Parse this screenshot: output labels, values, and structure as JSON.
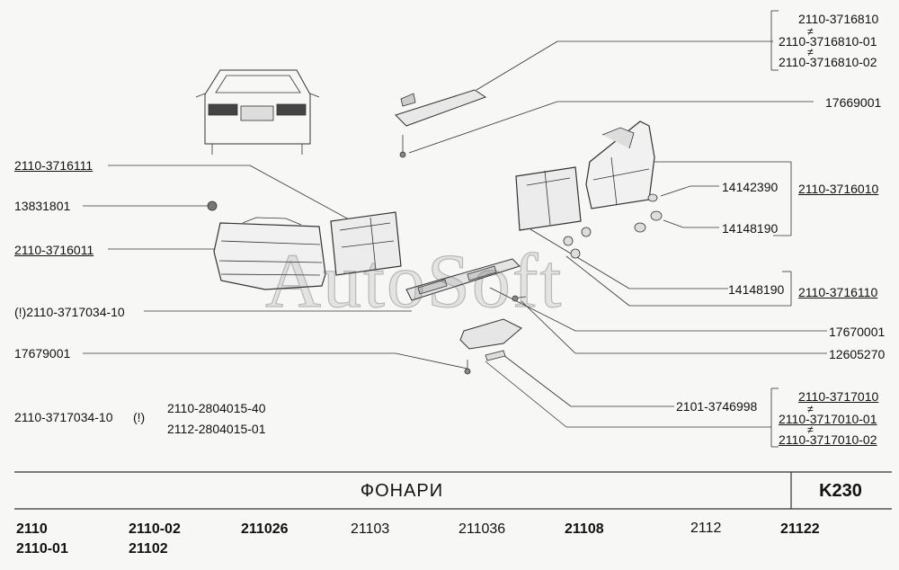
{
  "labels": {
    "p2110_3716810": "2110-3716810",
    "p2110_3716810_01": "2110-3716810-01",
    "p2110_3716810_02": "2110-3716810-02",
    "p17669001": "17669001",
    "p2110_3716111": "2110-3716111",
    "p2110_3716010": "2110-3716010",
    "p14142390": "14142390",
    "p13831801": "13831801",
    "p14148190_a": "14148190",
    "p2110_3716011": "2110-3716011",
    "p14148190_b": "14148190",
    "p2110_3716110": "2110-3716110",
    "p2110_3717034_10_ex": "(!)2110-3717034-10",
    "p17670001": "17670001",
    "p17679001": "17679001",
    "p12605270": "12605270",
    "p2110_3717010": "2110-3717010",
    "p2101_3746998": "2101-3746998",
    "p2110_3717010_01": "2110-3717010-01",
    "p2110_3717010_02": "2110-3717010-02",
    "note_part": "2110-3717034-10",
    "note_mark": "(!)",
    "note_alt1": "2110-2804015-40",
    "note_alt2": "2112-2804015-01",
    "neq": "≠"
  },
  "watermark": "AutoSoft",
  "footer": {
    "title": "ФОНАРИ",
    "code": "K230"
  },
  "models": [
    "2110",
    "2110-02",
    "211026",
    "21103",
    "211036",
    "21108",
    "2112",
    "21122",
    "2110-01",
    "21102"
  ]
}
